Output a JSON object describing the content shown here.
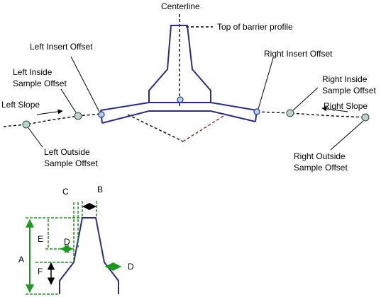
{
  "labels": {
    "centerline": "Centerline",
    "top_of_barrier": "Top of barrier profile",
    "left_insert_offset": "Left Insert Offset",
    "right_insert_offset": "Right Insert Offset",
    "left_inside_sample_line1": "Left Inside",
    "left_inside_sample_line2": "Sample Offset",
    "right_inside_sample_line1": "Right Inside",
    "right_inside_sample_line2": "Sample Offset",
    "left_slope": "Left Slope",
    "right_slope": "Right Slope",
    "left_outside_sample_line1": "Left Outside",
    "left_outside_sample_line2": "Sample Offset",
    "right_outside_sample_line1": "Right Outside",
    "right_outside_sample_line2": "Sample Offset"
  },
  "dimensions": {
    "A": "A",
    "B": "B",
    "C": "C",
    "D_inner": "D",
    "D_outer": "D",
    "E": "E",
    "F": "F"
  },
  "colors": {
    "barrier": "#2b2b8c",
    "dimension_lines": "#1a9a1a",
    "guide_dashes": "#000000",
    "red_guide": "#8b1a1a"
  }
}
